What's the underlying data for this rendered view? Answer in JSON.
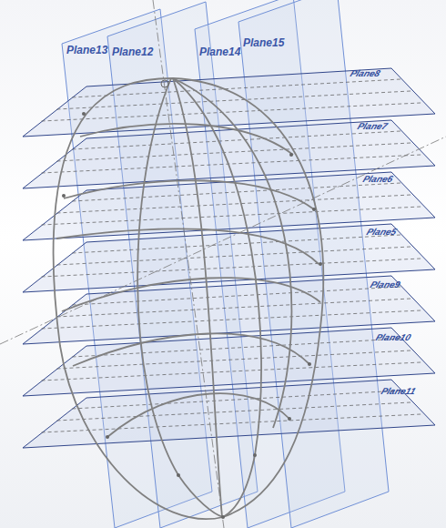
{
  "diagram": {
    "labels": [
      "Plane13",
      "Plane12",
      "Plane14",
      "Plane15",
      "Plane8",
      "Plane7",
      "Plane6",
      "Plane5",
      "Plane9",
      "Plane10",
      "Plane11"
    ]
  }
}
